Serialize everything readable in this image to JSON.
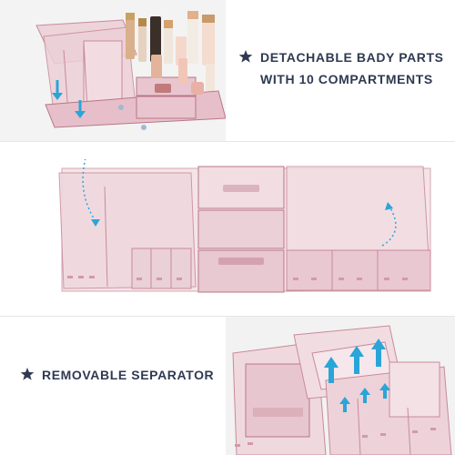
{
  "feature_top": {
    "line1": "DETACHABLE BADY PARTS",
    "line2": "WITH 10 COMPARTMENTS",
    "icon": "star-icon"
  },
  "feature_bottom": {
    "text": "REMOVABLE SEPARATOR",
    "icon": "star-icon"
  },
  "colors": {
    "caption_text": "#2f3a52",
    "acrylic_pink": "#e9c6cf",
    "acrylic_edge": "#c98a9a",
    "arrow_blue": "#2aa5d8"
  }
}
